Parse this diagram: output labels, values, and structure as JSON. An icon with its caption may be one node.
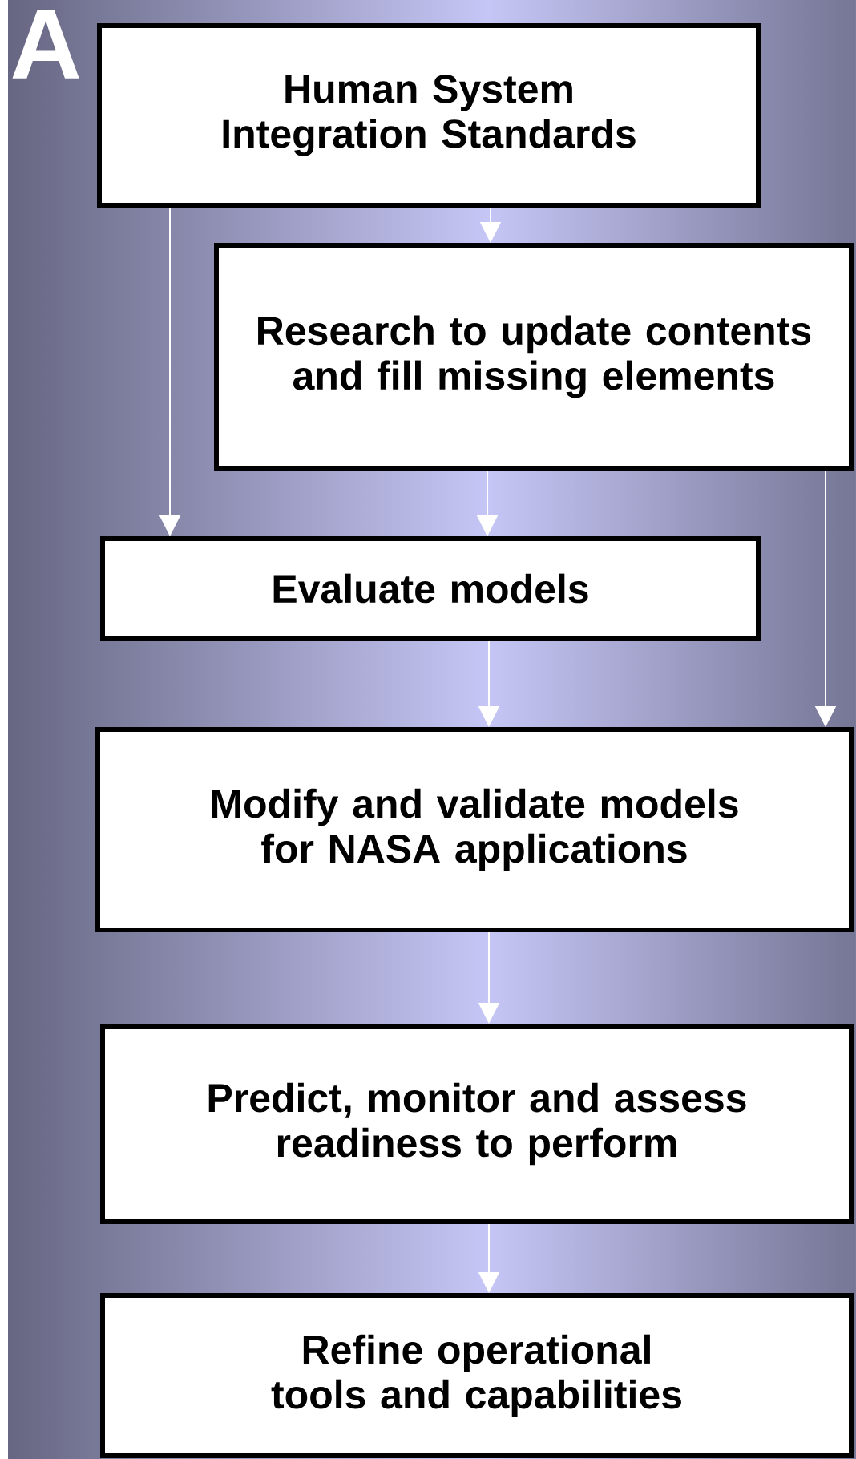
{
  "diagram": {
    "title": "A",
    "nodes": [
      {
        "text": [
          "Human System Integration Standards"
        ]
      },
      {
        "text": [
          "Research to update contents and fill missing elements"
        ]
      },
      {
        "text": [
          "Evaluate models"
        ]
      },
      {
        "text": [
          "Modify and validate models for NASA applications"
        ]
      },
      {
        "text": [
          "Predict, monitor and assess readiness to perform"
        ]
      },
      {
        "text": [
          "Refine operational tools and capabilities"
        ]
      }
    ],
    "edges": [
      {
        "from": 0,
        "to": 1,
        "arrow": "to"
      },
      {
        "from": 0,
        "to": 2,
        "arrow": "to"
      },
      {
        "from": 1,
        "to": 2,
        "arrow": "to"
      },
      {
        "from": 1,
        "to": 3,
        "arrow": "to"
      },
      {
        "from": 2,
        "to": 3,
        "arrow": "to"
      },
      {
        "from": 3,
        "to": 4,
        "arrow": "to"
      },
      {
        "from": 4,
        "to": 5,
        "arrow": "to"
      }
    ]
  }
}
